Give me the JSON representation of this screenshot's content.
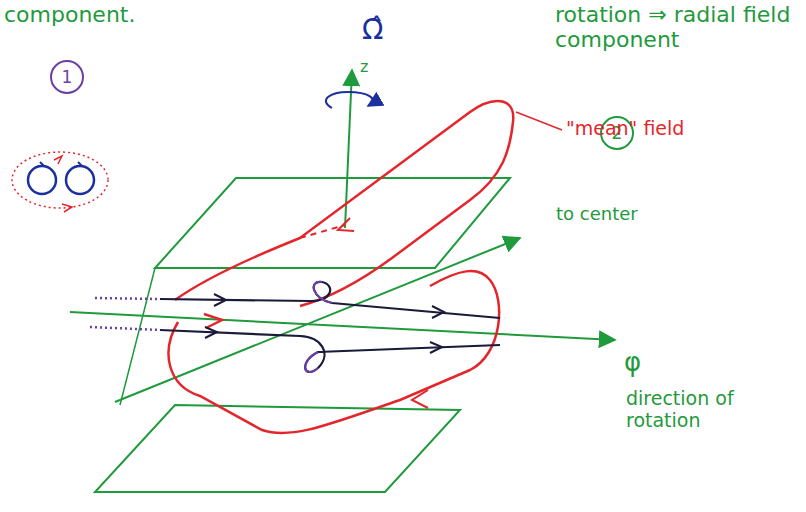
{
  "diagram": {
    "labels": [
      "component.",
      "1",
      "Ω̂",
      "z",
      "rotation ⇒ radial field component",
      "2",
      "\"mean\" field",
      "to center",
      "φ",
      "direction of rotation"
    ]
  }
}
